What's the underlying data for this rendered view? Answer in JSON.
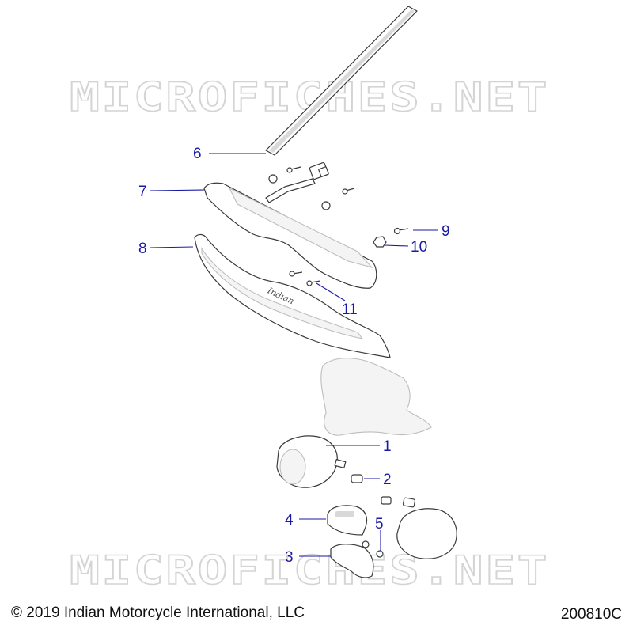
{
  "diagram": {
    "watermark_text": "MICROFICHES.NET",
    "callouts": [
      "1",
      "2",
      "3",
      "4",
      "5",
      "6",
      "7",
      "8",
      "9",
      "10",
      "11"
    ],
    "emblem_text": "Indian",
    "copyright": "© 2019 Indian Motorcycle International, LLC",
    "figure_id": "200810C"
  }
}
